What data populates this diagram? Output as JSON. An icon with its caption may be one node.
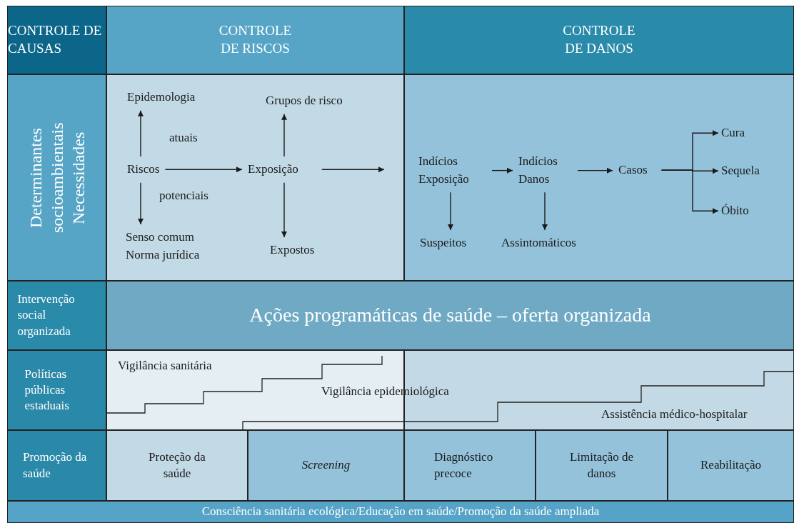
{
  "diagram": {
    "nodes": [
      {
        "text": [
          "CONTROLE DE CAUSAS"
        ]
      },
      {
        "text": [
          "CONTROLE DE RISCOS"
        ]
      },
      {
        "text": [
          "CONTROLE DE DANOS"
        ]
      },
      {
        "text": [
          "Determinantes socioambientais Necessidades"
        ]
      },
      {
        "text": [
          "Epidemologia"
        ]
      },
      {
        "text": [
          "Grupos de risco"
        ]
      },
      {
        "text": [
          "Riscos"
        ]
      },
      {
        "text": [
          "Exposição"
        ]
      },
      {
        "text": [
          "Senso comum Norma jurídica"
        ]
      },
      {
        "text": [
          "Expostos"
        ]
      },
      {
        "text": [
          "Indícios Exposição"
        ]
      },
      {
        "text": [
          "Indícios Danos"
        ]
      },
      {
        "text": [
          "Casos"
        ]
      },
      {
        "text": [
          "Cura"
        ]
      },
      {
        "text": [
          "Sequela"
        ]
      },
      {
        "text": [
          "Óbito"
        ]
      },
      {
        "text": [
          "Suspeitos"
        ]
      },
      {
        "text": [
          "Assintomáticos"
        ]
      },
      {
        "text": [
          "Intervenção social organizada"
        ]
      },
      {
        "text": [
          "Ações programáticas de saúde – oferta organizada"
        ]
      },
      {
        "text": [
          "Políticas públicas estaduais"
        ]
      },
      {
        "text": [
          "Promoção da saúde"
        ]
      },
      {
        "text": [
          "Proteção da saúde"
        ]
      },
      {
        "text": [
          "Screening"
        ]
      },
      {
        "text": [
          "Diagnóstico precoce"
        ]
      },
      {
        "text": [
          "Limitação de danos"
        ]
      },
      {
        "text": [
          "Reabilitação"
        ]
      },
      {
        "text": [
          "Consciência sanitária ecológica/Educação em saúde/Promoção da saúde ampliada"
        ]
      }
    ],
    "edges": [
      {
        "from": 6,
        "to": 4,
        "arrow": "to",
        "label": "atuais"
      },
      {
        "from": 6,
        "to": 8,
        "arrow": "to",
        "label": "potenciais"
      },
      {
        "from": 6,
        "to": 7,
        "arrow": "to"
      },
      {
        "from": 7,
        "to": 5,
        "arrow": "to"
      },
      {
        "from": 7,
        "to": 9,
        "arrow": "to"
      },
      {
        "from": 7,
        "to": null,
        "arrow": "to"
      },
      {
        "from": 10,
        "to": 11,
        "arrow": "to"
      },
      {
        "from": 11,
        "to": 12,
        "arrow": "to"
      },
      {
        "from": 12,
        "to": 13,
        "arrow": "to"
      },
      {
        "from": 12,
        "to": 14,
        "arrow": "to"
      },
      {
        "from": 12,
        "to": 15,
        "arrow": "to"
      },
      {
        "from": 10,
        "to": 16,
        "arrow": "to"
      },
      {
        "from": 11,
        "to": 17,
        "arrow": "to"
      }
    ],
    "labels": [
      "Vigilância sanitária",
      "Vigilância epidemiológica",
      "Assistência médico-hospitalar"
    ]
  }
}
